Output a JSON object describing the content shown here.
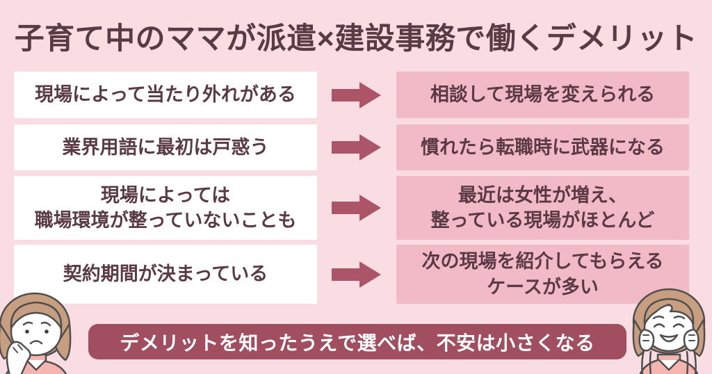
{
  "title": "子育て中のママが派遣×建設事務で働くデメリット",
  "rows": [
    {
      "left": "現場によって当たり外れがある",
      "right": "相談して現場を変えられる"
    },
    {
      "left": "業界用語に最初は戸惑う",
      "right": "慣れたら転職時に武器になる"
    },
    {
      "left": "現場によっては\n職場環境が整っていないことも",
      "right": "最近は女性が増え、\n整っている現場がほとんど"
    },
    {
      "left": "契約期間が決まっている",
      "right": "次の現場を紹介してもらえる\nケースが多い"
    }
  ],
  "footer": {
    "message": "デメリットを知ったうえで選べば、不安は小さくなる"
  },
  "icons": {
    "arrow": "right-block-arrow",
    "character_left": "worried-mom-illustration",
    "character_right": "happy-mom-illustration"
  },
  "colors": {
    "background": "#fadde3",
    "demerit_box": "#ffffff",
    "solution_box": "#f2b9c6",
    "arrow": "#ac5468",
    "text": "#5a3a44",
    "banner_background": "#a14e60",
    "banner_text": "#ffffff",
    "hair": "#c79e80",
    "shirt": "#f6b4b0"
  }
}
